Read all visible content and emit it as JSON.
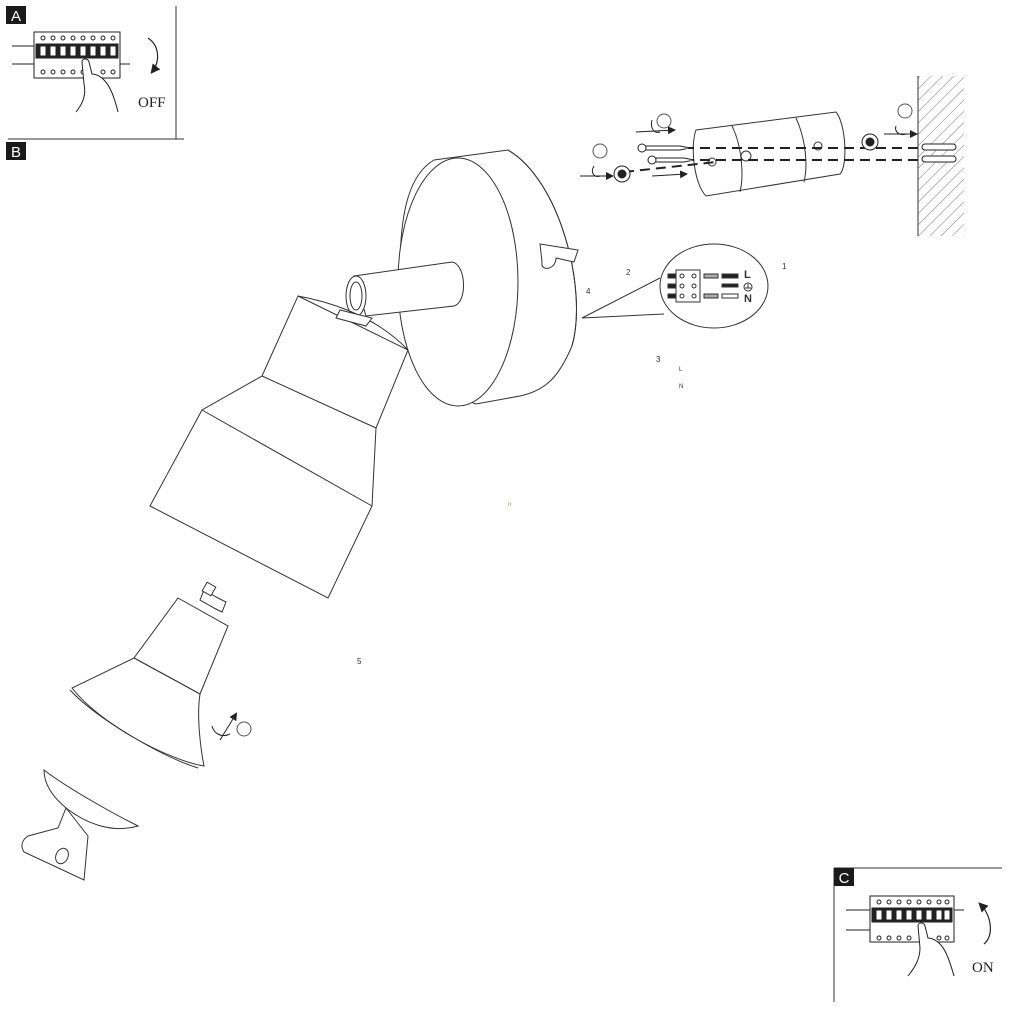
{
  "panels": {
    "a": {
      "letter": "A",
      "state_label": "OFF"
    },
    "b": {
      "letter": "B"
    },
    "c": {
      "letter": "C",
      "state_label": "ON"
    }
  },
  "callouts": {
    "n1": "1",
    "n2": "2",
    "n3": "3",
    "n4": "4",
    "n5": "5",
    "stray": "n"
  },
  "wiring": {
    "live": "L",
    "neutral": "N",
    "live_small": "L",
    "neutral_small": "N"
  },
  "colors": {
    "line": "#3a3a3a",
    "stray_mark": "#e8833a"
  }
}
